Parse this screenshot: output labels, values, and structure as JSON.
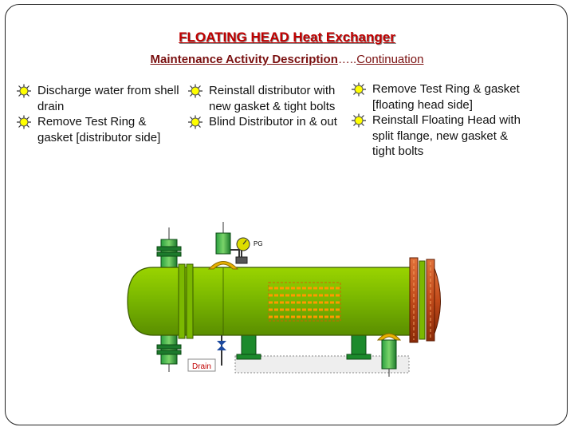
{
  "title": "FLOATING HEAD Heat Exchanger",
  "subtitle": {
    "main": "Maintenance Activity Description",
    "dots": "…..",
    "tail": "Continuation"
  },
  "columns": [
    {
      "items": [
        "Discharge water from shell drain",
        "Remove Test Ring & gasket [distributor side]"
      ]
    },
    {
      "items": [
        "Reinstall distributor with new gasket & tight bolts",
        "Blind Distributor in & out"
      ]
    },
    {
      "items": [
        "Remove Test Ring & gasket [floating head side]",
        "Reinstall Floating Head with split flange, new gasket & tight bolts"
      ]
    }
  ],
  "diagram": {
    "pg_label": "PG",
    "drain_label": "Drain"
  },
  "colors": {
    "title": "#c00000",
    "subtitle": "#7a1010",
    "shell": "#7bb800",
    "shell_dark": "#4a7a00",
    "nozzle": "#1c8a2c",
    "flange_red": "#c04a1a",
    "tube_bundle": "#ff9900",
    "bullet_sun": "#ffff00"
  }
}
